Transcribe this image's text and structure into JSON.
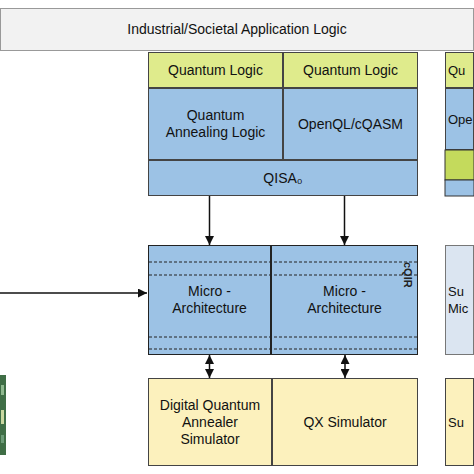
{
  "diagram": {
    "nodes": [
      {
        "text": [
          "Industrial/Societal Application Logic"
        ]
      },
      {
        "text": [
          "Quantum Logic"
        ]
      },
      {
        "text": [
          "Quantum Logic"
        ]
      },
      {
        "text": [
          "Qu"
        ]
      },
      {
        "text": [
          "Quantum Annealing Logic"
        ]
      },
      {
        "text": [
          "OpenQL/cQASM"
        ]
      },
      {
        "text": [
          "Ope"
        ]
      },
      {
        "text": [
          "QISA₀"
        ]
      },
      {
        "text": [
          "Micro - Architecture"
        ]
      },
      {
        "text": [
          "Micro - Architecture"
        ]
      },
      {
        "text": [
          "Su Mic"
        ]
      },
      {
        "text": [
          "Digital Quantum Annealer Simulator"
        ]
      },
      {
        "text": [
          "QX Simulator"
        ]
      },
      {
        "text": [
          "Su"
        ]
      }
    ],
    "edges": [
      {
        "from": 7,
        "to": 8,
        "arrow": "to"
      },
      {
        "from": 7,
        "to": 9,
        "arrow": "to"
      },
      {
        "from": 8,
        "to": 11,
        "arrow": "both"
      },
      {
        "from": 9,
        "to": 12,
        "arrow": "both"
      }
    ],
    "labels": [
      "cQIR"
    ]
  }
}
